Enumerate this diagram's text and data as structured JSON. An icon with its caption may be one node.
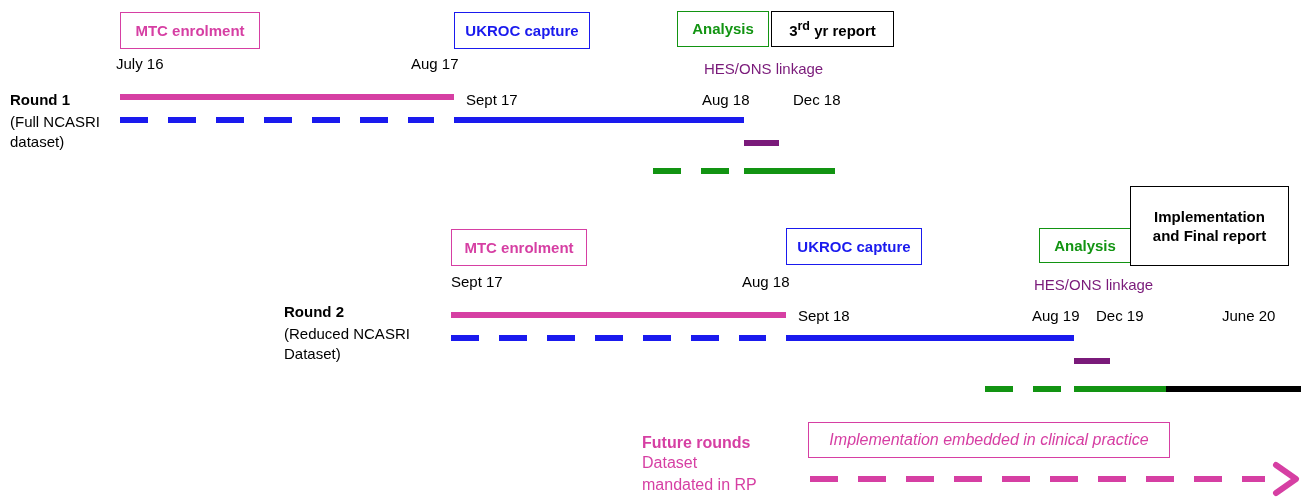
{
  "diagram": {
    "nodes": [
      {
        "text": [
          "MTC enrolment"
        ]
      },
      {
        "text": [
          "UKROC capture"
        ]
      },
      {
        "text": [
          "Analysis"
        ]
      },
      {
        "text": [
          "3$^{rd}$ yr report"
        ]
      },
      {
        "text": [
          "MTC enrolment"
        ]
      },
      {
        "text": [
          "UKROC capture"
        ]
      },
      {
        "text": [
          "Analysis"
        ]
      },
      {
        "text": [
          "Implementation and Final report"
        ]
      },
      {
        "text": [
          "Implementation embedded in clinical practice"
        ]
      }
    ],
    "edges": [],
    "labels": [
      "July 16",
      "Aug 17",
      "HES/ONS linkage",
      "Round 1",
      "Sept 17",
      "Aug 18",
      "Dec 18",
      "(Full NCASRI dataset)",
      "Sept 17",
      "Aug 18",
      "HES/ONS linkage",
      "Round 2",
      "Sept 18",
      "Aug 19",
      "Dec 19",
      "June 20",
      "(Reduced NCASRI Dataset)",
      "Future rounds",
      "Dataset mandated in RP"
    ]
  }
}
